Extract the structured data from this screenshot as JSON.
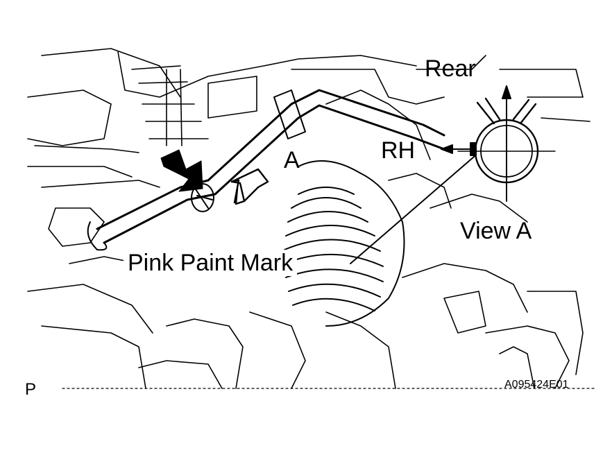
{
  "figure": {
    "labels": {
      "rear": "Rear",
      "rh": "RH",
      "view_ref": "A",
      "view_title": "View A",
      "pink_mark": "Pink Paint Mark",
      "corner_letter": "P",
      "figure_code": "A095424E01"
    },
    "colors": {
      "line": "#000000",
      "background": "#ffffff"
    }
  }
}
